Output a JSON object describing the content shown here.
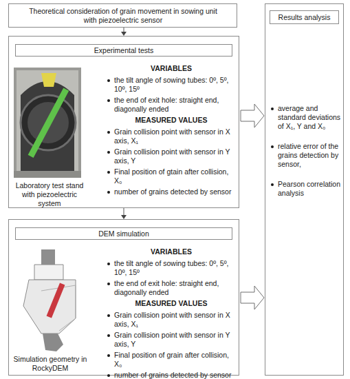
{
  "diagram": {
    "nodes": [
      {
        "text": [
          "Theoretical consideration of grain movement in sowing unit with piezoelectric sensor"
        ]
      },
      {
        "text": [
          "Laboratory test stand with piezoelectric system",
          "VARIABLES",
          "the tilt angle of sowing tubes: 0º, 5º, 10º, 15º",
          "the end of exit hole: straight end, diagonally ended",
          "MEASURED VALUES",
          "Grain collision point with sensor in X axis, X₁",
          "Grain collision point with sensor in Y axis, Y",
          "Final position of gtain after collision, X₀",
          "number of grains detected by sensor"
        ]
      },
      {
        "text": [
          "Experimental tests"
        ],
        "in": 1
      },
      {
        "text": [
          "Simulation geometry in RockyDEM",
          "VARIABLES",
          "the tilt angle of sowing tubes: 0º, 5º, 10º, 15º",
          "the end of exit hole: straight end, diagonally ended",
          "MEASURED VALUES",
          "Grain collision point with sensor in X axis, X₁",
          "Grain collision point with sensor in Y axis, Y",
          "Final position of grain after collision, X₀",
          "number of grains detected by sensor"
        ]
      },
      {
        "text": [
          "DEM simulation"
        ],
        "in": 3
      },
      {
        "text": [
          "average and standard deviations of X₁, Y and X₀",
          "relative error of the grains detection by sensor,",
          "Pearson correlation analysis"
        ]
      },
      {
        "text": [
          "Results analysis"
        ],
        "in": 5
      }
    ],
    "edges": [
      {
        "from": 0,
        "to": 1,
        "arrow": "to"
      },
      {
        "from": 1,
        "to": 3,
        "arrow": "to"
      },
      {
        "from": 1,
        "to": 5,
        "arrow": "to"
      },
      {
        "from": 3,
        "to": 5,
        "arrow": "to"
      }
    ]
  }
}
